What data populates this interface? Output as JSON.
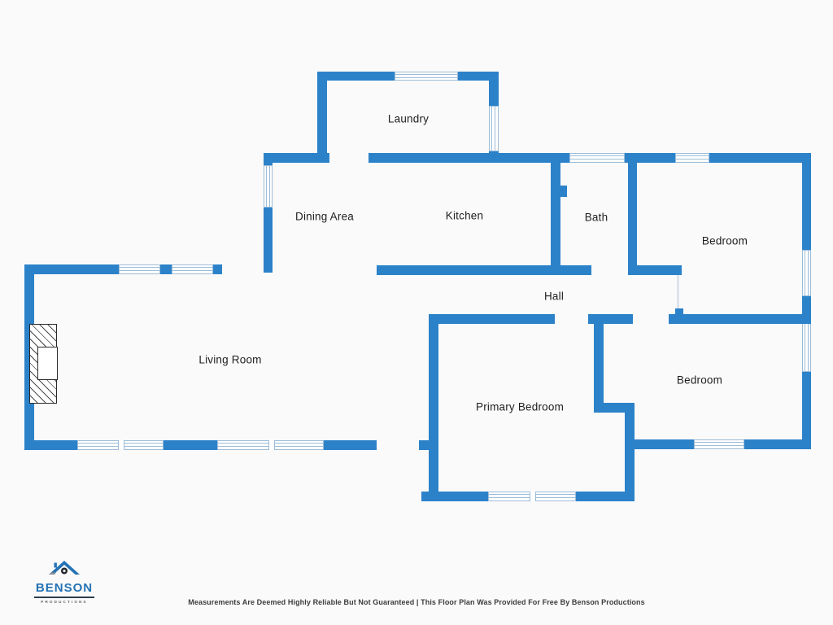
{
  "colors": {
    "wall_blue": "#2c82c9",
    "window_frame": "#9cbcd8",
    "background": "#fafafa",
    "logo_blue": "#2472b5",
    "label_text": "#1f1f1f"
  },
  "rooms": [
    {
      "id": "laundry",
      "name": "Laundry"
    },
    {
      "id": "dining-area",
      "name": "Dining Area"
    },
    {
      "id": "kitchen",
      "name": "Kitchen"
    },
    {
      "id": "bath",
      "name": "Bath"
    },
    {
      "id": "bedroom-northeast",
      "name": "Bedroom"
    },
    {
      "id": "hall",
      "name": "Hall"
    },
    {
      "id": "living-room",
      "name": "Living Room"
    },
    {
      "id": "primary-bedroom",
      "name": "Primary Bedroom"
    },
    {
      "id": "bedroom-southeast",
      "name": "Bedroom"
    }
  ],
  "features": {
    "fireplace": "fireplace",
    "windows": 13,
    "door_openings": [
      "laundry",
      "bath",
      "bedroom-northeast",
      "primary-bedroom",
      "bedroom-southeast",
      "living-room"
    ]
  },
  "logo": {
    "icon": "roof-camera-icon",
    "name": "BENSON",
    "subtitle": "PRODUCTIONS"
  },
  "footer": {
    "disclaimer": "Measurements Are Deemed Highly Reliable But Not Guaranteed | This Floor Plan Was Provided For Free By Benson Productions"
  }
}
